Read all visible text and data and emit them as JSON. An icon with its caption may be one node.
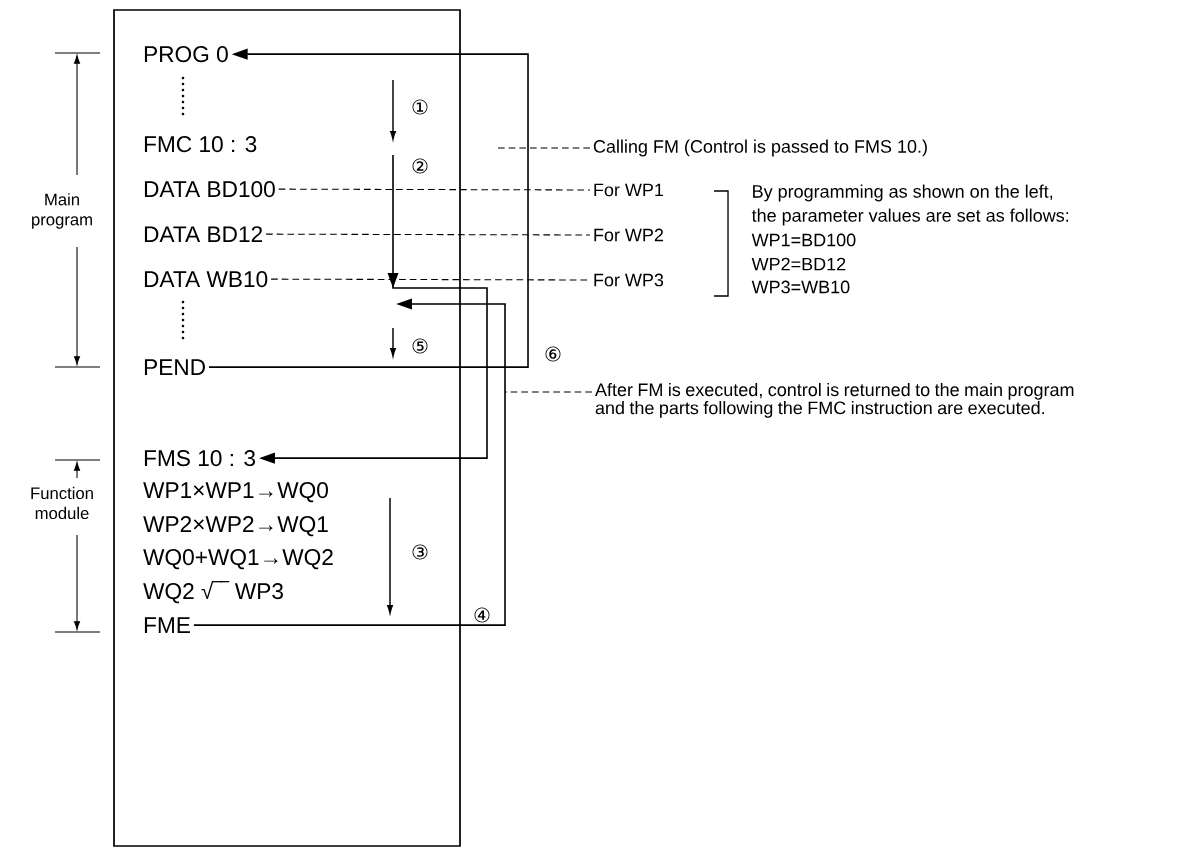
{
  "diagram": {
    "nodes": [
      {
        "text": [],
        "shape": "box"
      },
      {
        "text": [
          "PROG 0"
        ],
        "in": 0
      },
      {
        "text": [
          "FMC 10 : 3"
        ],
        "in": 0
      },
      {
        "text": [
          "DATA BD100"
        ],
        "in": 0
      },
      {
        "text": [
          "DATA BD12"
        ],
        "in": 0
      },
      {
        "text": [
          "DATA WB10"
        ],
        "in": 0
      },
      {
        "text": [
          "PEND"
        ],
        "in": 0
      },
      {
        "text": [
          "FMS 10 : 3"
        ],
        "in": 0
      },
      {
        "text": [
          "WP1×WP1→WQ0"
        ],
        "in": 0
      },
      {
        "text": [
          "WP2×WP2→WQ1"
        ],
        "in": 0
      },
      {
        "text": [
          "WQ0+WQ1→WQ2"
        ],
        "in": 0
      },
      {
        "text": [
          "WQ2 √‾‾ WP3"
        ],
        "in": 0
      },
      {
        "text": [
          "FME"
        ],
        "in": 0
      },
      {
        "text": [
          "Calling FM (Control is passed to FMS 10.)"
        ]
      },
      {
        "text": [
          "For WP1"
        ]
      },
      {
        "text": [
          "For WP2"
        ]
      },
      {
        "text": [
          "For WP3"
        ]
      },
      {
        "text": [
          "After FM is executed, control is returned to the main program and the parts following the FMC instruction are executed."
        ]
      }
    ],
    "edges": [
      {
        "from": null,
        "to": 7,
        "arrow": "to"
      },
      {
        "from": 12,
        "to": null,
        "arrow": "to"
      },
      {
        "from": 6,
        "to": 1,
        "arrow": "to"
      },
      {
        "from": 3,
        "to": 14,
        "arrow": "none",
        "style": "dashed"
      },
      {
        "from": 4,
        "to": 15,
        "arrow": "none",
        "style": "dashed"
      },
      {
        "from": 5,
        "to": 16,
        "arrow": "none",
        "style": "dashed"
      },
      {
        "from": 13,
        "to": null,
        "arrow": "none",
        "style": "dashed"
      },
      {
        "from": 17,
        "to": null,
        "arrow": "none",
        "style": "dashed"
      }
    ],
    "labels": [
      "Main program",
      "Function module",
      "①",
      "②",
      "⑤",
      "⑥",
      "③",
      "④",
      "By programming as shown on the left,",
      "the parameter values are set as follows:",
      "WP1=BD100",
      "WP2=BD12",
      "WP3=WB10"
    ]
  }
}
